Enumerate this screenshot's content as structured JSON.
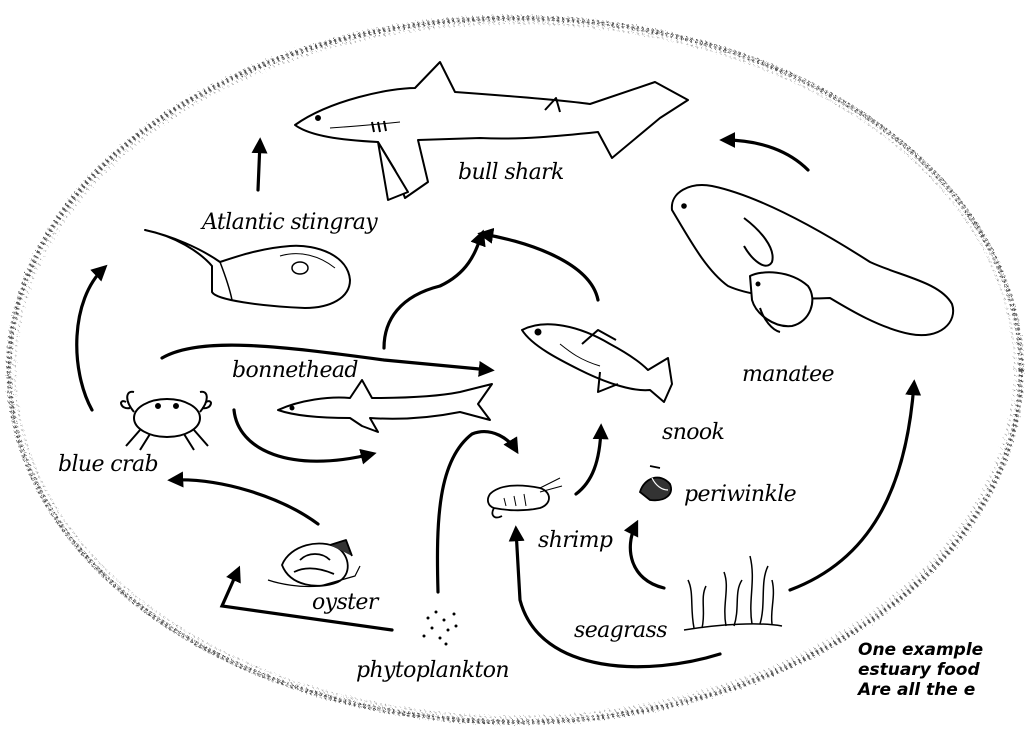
{
  "organisms": {
    "bull_shark": "bull shark",
    "atlantic_stingray": "Atlantic stingray",
    "bonnethead": "bonnethead",
    "blue_crab": "blue crab",
    "oyster": "oyster",
    "phytoplankton": "phytoplankton",
    "shrimp": "shrimp",
    "snook": "snook",
    "periwinkle": "periwinkle",
    "seagrass": "seagrass",
    "manatee": "manatee"
  },
  "caption": {
    "line1": "One example",
    "line2": "estuary food",
    "line3": "Are all the e"
  }
}
